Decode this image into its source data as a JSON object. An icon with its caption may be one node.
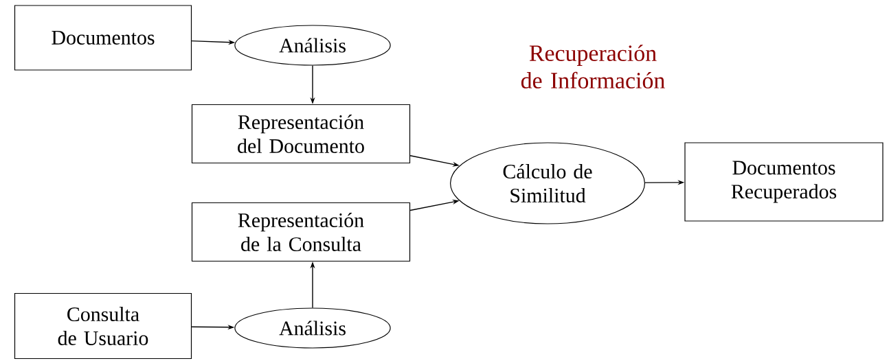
{
  "diagram": {
    "title": "Recuperación de Información",
    "nodes": [
      {
        "text": [
          "Documentos"
        ]
      },
      {
        "text": [
          "Análisis"
        ]
      },
      {
        "text": [
          "Representación del Documento"
        ]
      },
      {
        "text": [
          "Cálculo de Similitud"
        ]
      },
      {
        "text": [
          "Documentos Recuperados"
        ]
      },
      {
        "text": [
          "Representación de la Consulta"
        ]
      },
      {
        "text": [
          "Consulta de Usuario"
        ]
      },
      {
        "text": [
          "Análisis"
        ]
      }
    ],
    "edges": [
      {
        "from": 0,
        "to": 1,
        "arrow": "to"
      },
      {
        "from": 1,
        "to": 2,
        "arrow": "to"
      },
      {
        "from": 2,
        "to": 3,
        "arrow": "to"
      },
      {
        "from": 5,
        "to": 3,
        "arrow": "to"
      },
      {
        "from": 3,
        "to": 4,
        "arrow": "to"
      },
      {
        "from": 6,
        "to": 7,
        "arrow": "to"
      },
      {
        "from": 7,
        "to": 5,
        "arrow": "to"
      }
    ]
  }
}
